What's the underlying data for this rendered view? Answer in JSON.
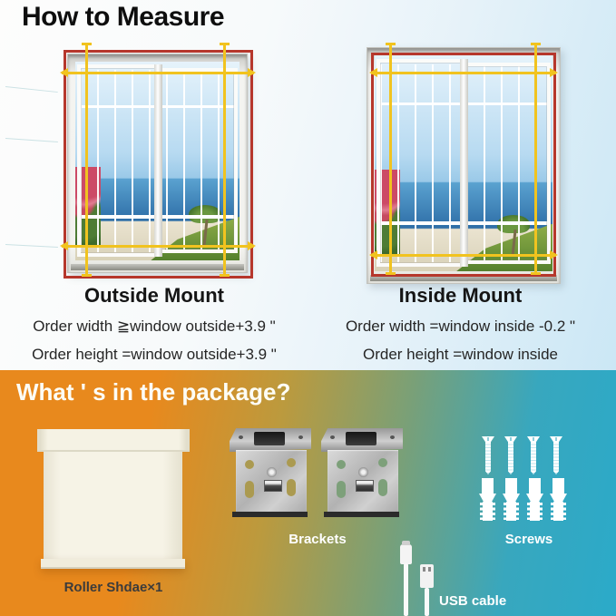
{
  "header": {
    "title": "How to Measure"
  },
  "measure": {
    "outside": {
      "label": "Outside Mount",
      "width_rule": "Order width ≧window outside+3.9  \"",
      "height_rule": "Order height =window outside+3.9  \""
    },
    "inside": {
      "label": "Inside Mount",
      "width_rule": "Order width =window inside -0.2  \"",
      "height_rule": "Order height =window inside"
    }
  },
  "package": {
    "title": "What ' s in the package?",
    "items": [
      {
        "id": "roller-shade",
        "label": "Roller Shdae×1"
      },
      {
        "id": "brackets",
        "label": "Brackets"
      },
      {
        "id": "screws",
        "label": "Screws"
      },
      {
        "id": "usb-cable",
        "label": "USB cable"
      }
    ]
  },
  "colors": {
    "measure_frame_red": "#b6372c",
    "measure_line_yellow": "#f1c31f",
    "banner_orange": "#e8891d",
    "banner_teal": "#2baac9",
    "shade_cream": "#f5f2e4"
  }
}
